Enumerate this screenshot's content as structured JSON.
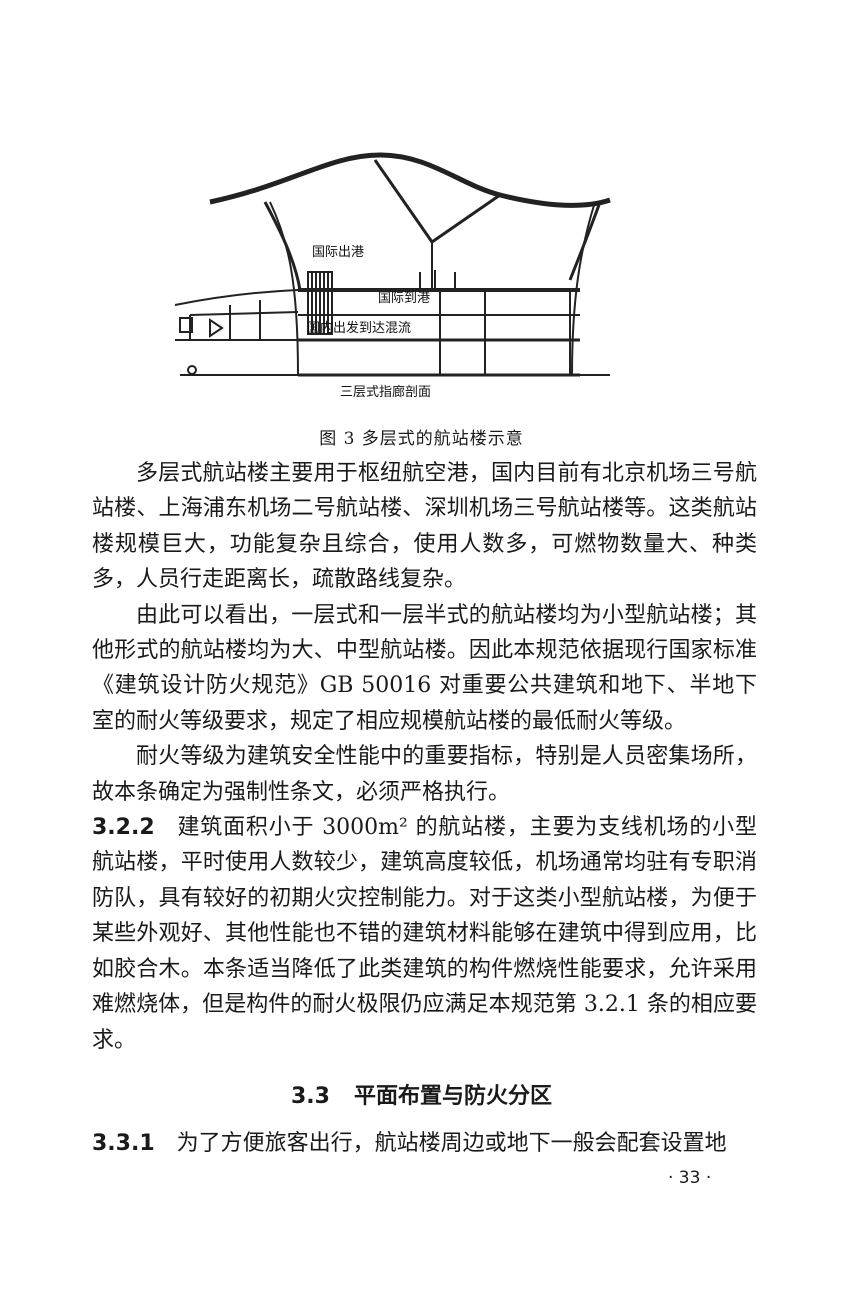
{
  "figure": {
    "labels": {
      "intl_departure": "国际出港",
      "intl_arrival": "国际到港",
      "domestic": "国内出发到达混流",
      "pier_section": "三层式指廊剖面"
    },
    "caption": "图 3 多层式的航站楼示意"
  },
  "paragraphs": [
    "多层式航站楼主要用于枢纽航空港，国内目前有北京机场三号航站楼、上海浦东机场二号航站楼、深圳机场三号航站楼等。这类航站楼规模巨大，功能复杂且综合，使用人数多，可燃物数量大、种类多，人员行走距离长，疏散路线复杂。",
    "由此可以看出，一层式和一层半式的航站楼均为小型航站楼；其他形式的航站楼均为大、中型航站楼。因此本规范依据现行国家标准《建筑设计防火规范》GB 50016 对重要公共建筑和地下、半地下室的耐火等级要求，规定了相应规模航站楼的最低耐火等级。",
    "耐火等级为建筑安全性能中的重要指标，特别是人员密集场所，故本条确定为强制性条文，必须严格执行。"
  ],
  "clause_322": {
    "number": "3.2.2",
    "text": "建筑面积小于 3000m² 的航站楼，主要为支线机场的小型航站楼，平时使用人数较少，建筑高度较低，机场通常均驻有专职消防队，具有较好的初期火灾控制能力。对于这类小型航站楼，为便于某些外观好、其他性能也不错的建筑材料能够在建筑中得到应用，比如胶合木。本条适当降低了此类建筑的构件燃烧性能要求，允许采用难燃烧体，但是构件的耐火极限仍应满足本规范第 3.2.1 条的相应要求。"
  },
  "section": {
    "number": "3.3",
    "title": "平面布置与防火分区"
  },
  "clause_331": {
    "number": "3.3.1",
    "text": "为了方便旅客出行，航站楼周边或地下一般会配套设置地"
  },
  "page_number": "· 33 ·"
}
